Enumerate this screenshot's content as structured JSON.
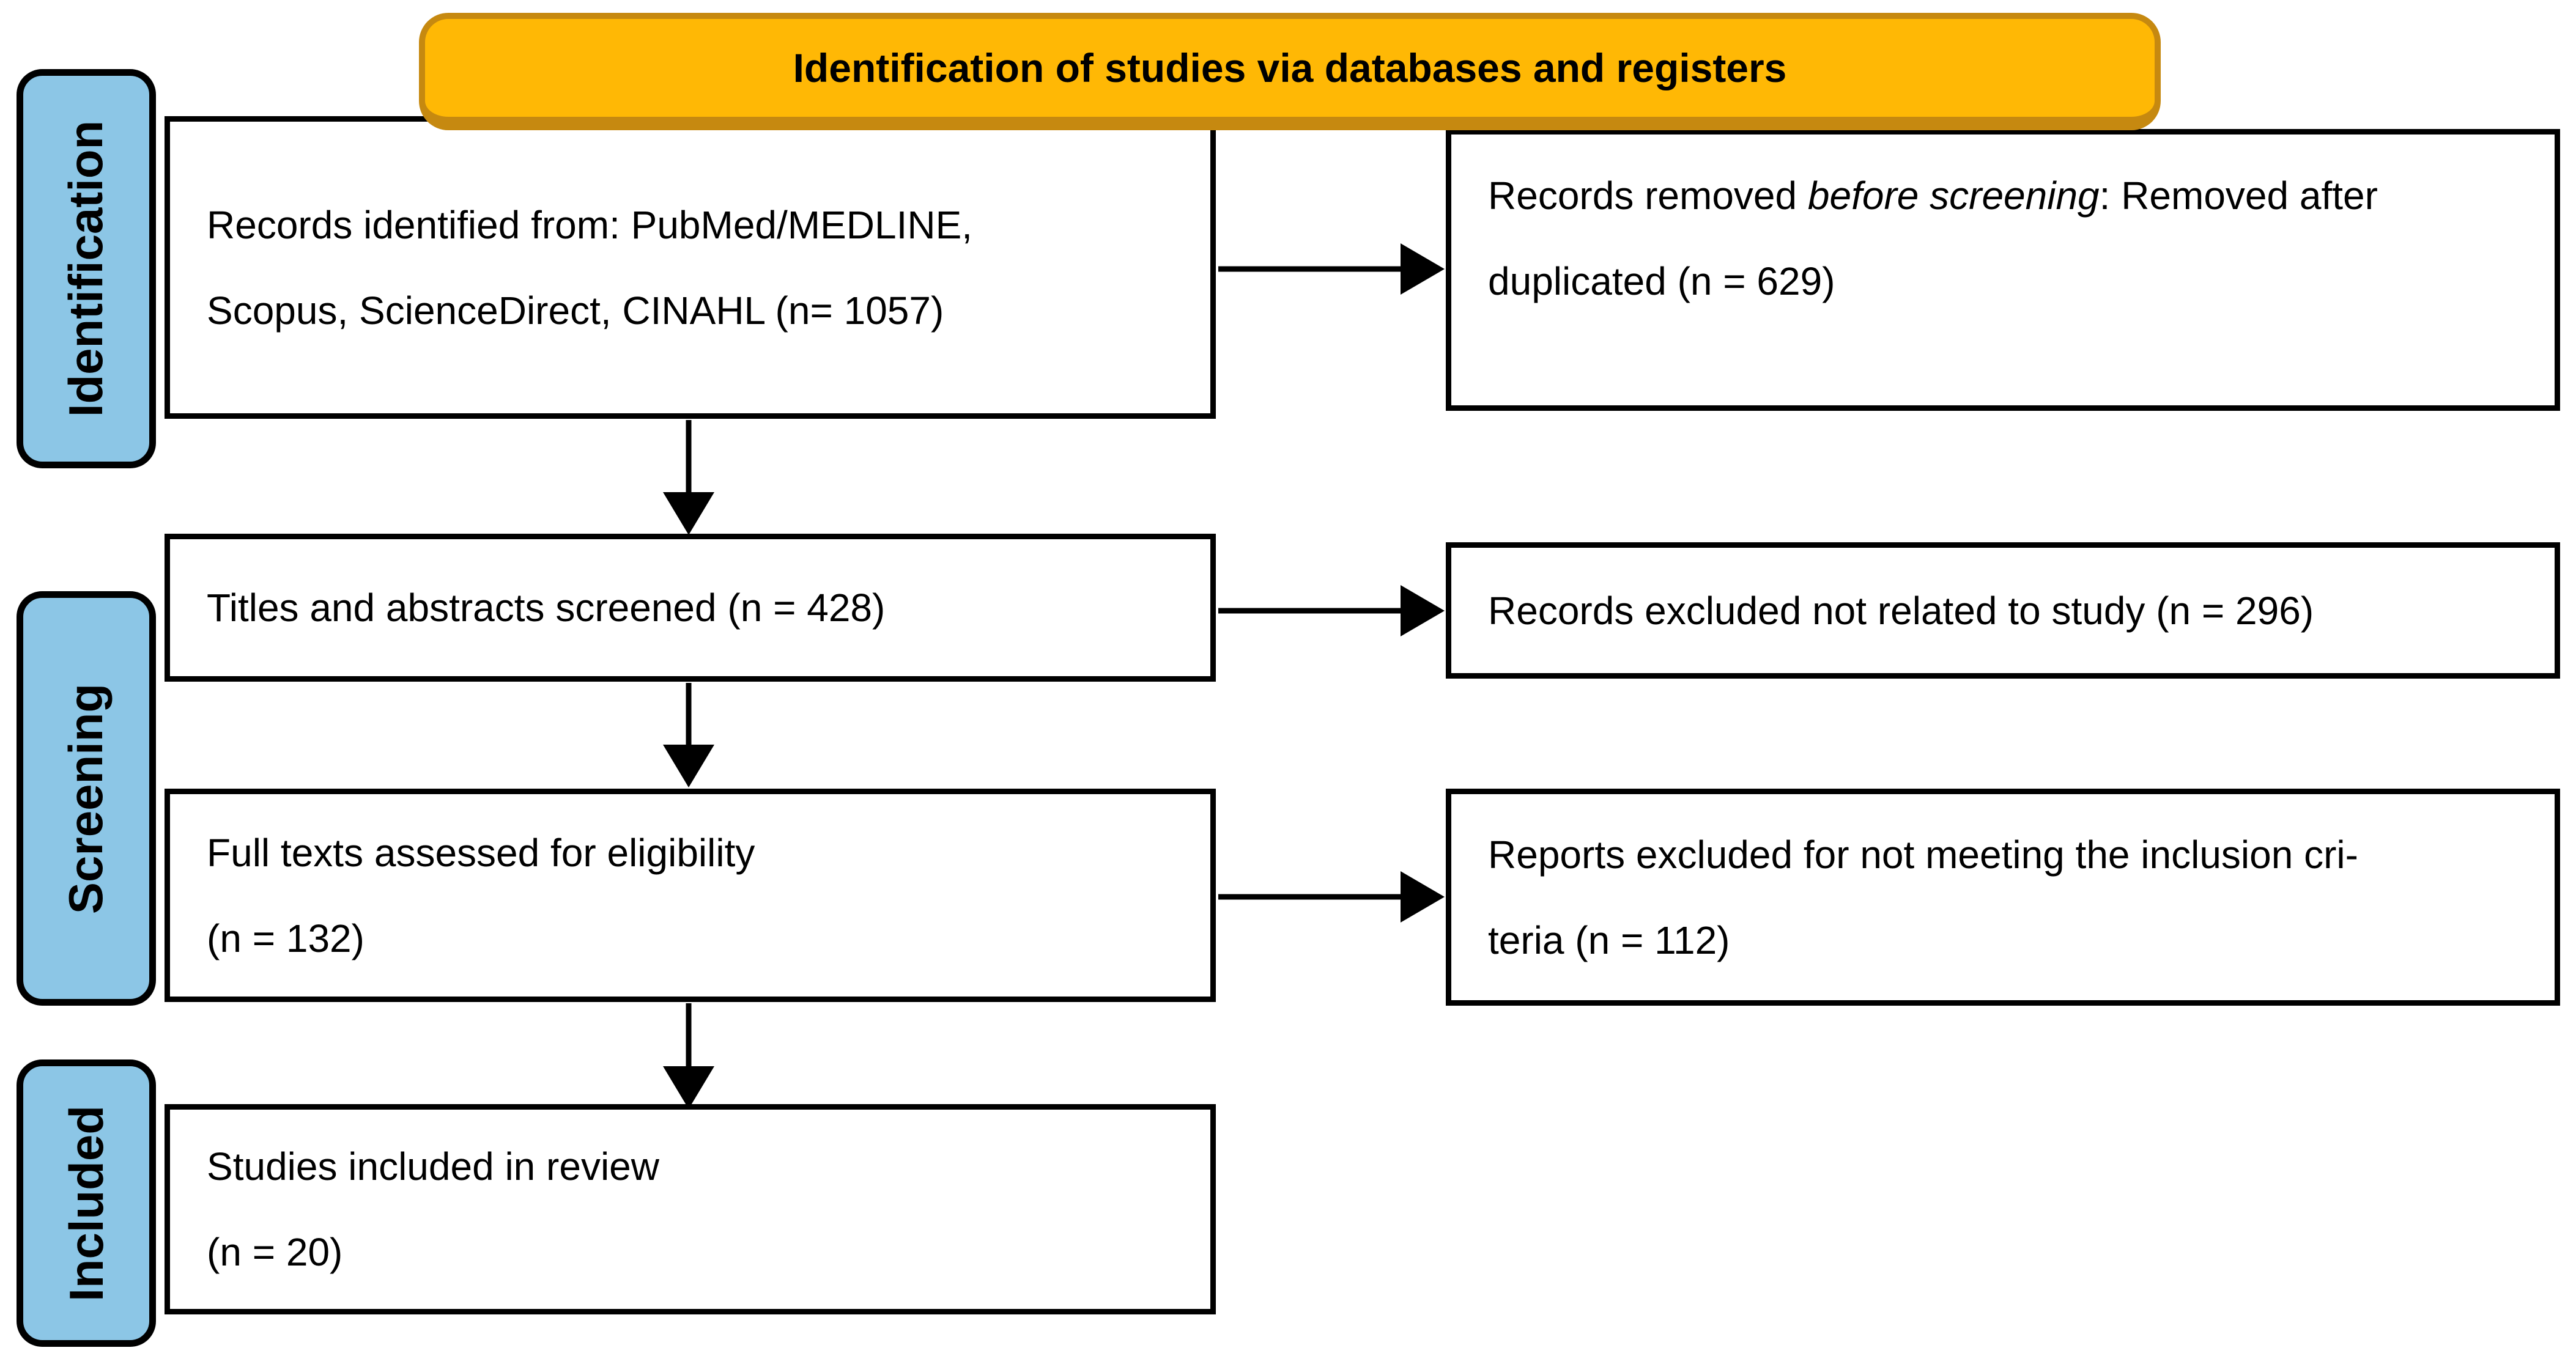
{
  "banner": {
    "label": "Identification of studies via databases and registers"
  },
  "stages": [
    {
      "label": "Identification"
    },
    {
      "label": "Screening"
    },
    {
      "label": "Included"
    }
  ],
  "boxes": {
    "records_identified": {
      "line1": "Records identified from: PubMed/MEDLINE,",
      "line2": "Scopus, ScienceDirect, CINAHL (n= 1057)"
    },
    "records_removed": {
      "line1_pre": "Records removed ",
      "line1_italic": "before screening",
      "line1_post": ": Removed after",
      "line2": "duplicated (n = 629)"
    },
    "titles_screened": {
      "line1": "Titles and abstracts screened (n = 428)"
    },
    "records_excluded": {
      "line1": "Records excluded not related to study (n = 296)"
    },
    "full_texts_assessed": {
      "line1": "Full texts assessed for eligibility",
      "line2": "(n = 132)"
    },
    "reports_excluded": {
      "line1": "Reports excluded for not meeting the inclusion cri-",
      "line2": "teria (n = 112)"
    },
    "studies_included": {
      "line1": "Studies included in review",
      "line2": "(n = 20)"
    }
  },
  "colors": {
    "banner_fill": "#FFB805",
    "banner_border": "#C68910",
    "stage_fill": "#8CC6E6",
    "line_color": "#000000"
  }
}
